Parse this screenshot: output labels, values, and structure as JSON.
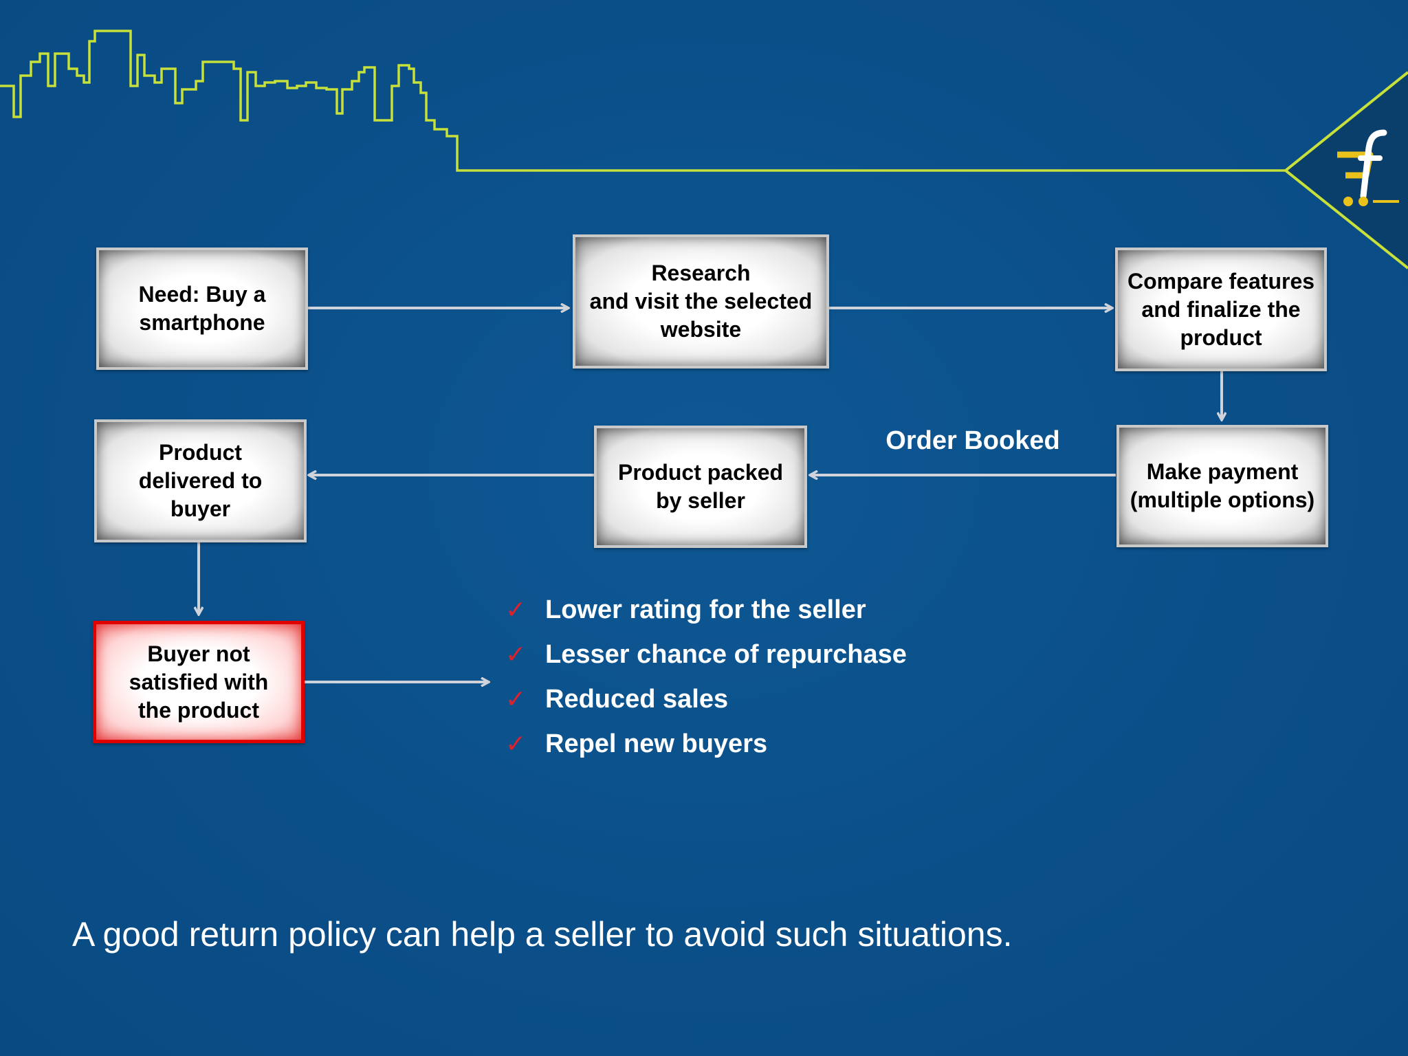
{
  "theme": {
    "background": "#0b4f89",
    "skyline_color": "#c8e03a",
    "arrow_color": "#d0d4da",
    "alert_color": "#e10000",
    "check_color": "#e0202a"
  },
  "steps": {
    "need": [
      "Need: Buy a",
      "smartphone"
    ],
    "research": [
      "Research",
      "and visit the selected",
      "website"
    ],
    "compare": [
      "Compare features",
      "and finalize the",
      "product"
    ],
    "payment": [
      "Make payment",
      "(multiple options)"
    ],
    "packed": [
      "Product packed",
      "by seller"
    ],
    "delivered": [
      "Product",
      "delivered to",
      "buyer"
    ],
    "unsatisfied": [
      "Buyer not",
      "satisfied with",
      "the product"
    ]
  },
  "edge_label": "Order Booked",
  "consequences": [
    "Lower rating for the seller",
    "Lesser chance of repurchase",
    "Reduced sales",
    "Repel new buyers"
  ],
  "check_glyph": "✓",
  "footer": "A good return policy can help a seller to avoid such situations.",
  "logo_icon": "flipkart-cart-icon"
}
